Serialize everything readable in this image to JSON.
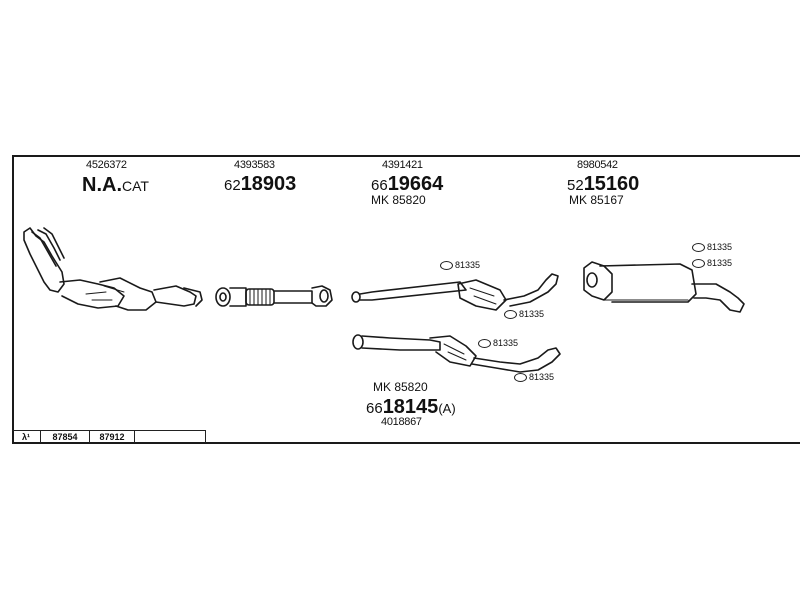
{
  "parts": [
    {
      "id": "catalyst",
      "ref": "4526372",
      "main_bold": "N.A.",
      "main_suffix": "CAT",
      "main_prefix": "",
      "mk": ""
    },
    {
      "id": "front_pipe",
      "ref": "4393583",
      "main_prefix": "62",
      "main_bold": "18903",
      "main_suffix": "",
      "mk": ""
    },
    {
      "id": "middle_silencer_1",
      "ref": "4391421",
      "main_prefix": "66",
      "main_bold": "19664",
      "main_suffix": "",
      "mk": "MK 85820"
    },
    {
      "id": "rear_silencer",
      "ref": "8980542",
      "main_prefix": "52",
      "main_bold": "15160",
      "main_suffix": "",
      "mk": "MK 85167"
    },
    {
      "id": "middle_silencer_2",
      "ref": "4018867",
      "main_prefix": "66",
      "main_bold": "18145",
      "main_suffix": "(A)",
      "mk": "MK 85820"
    }
  ],
  "clamp_refs": {
    "mid1_top": "81335",
    "mid1_bottom": "81335",
    "mid2_top": "81335",
    "mid2_bottom": "81335",
    "rear_top": "81335",
    "rear_bottom": "81335"
  },
  "table": {
    "lambda": "λ¹",
    "cells": [
      "87854",
      "87912",
      ""
    ]
  }
}
